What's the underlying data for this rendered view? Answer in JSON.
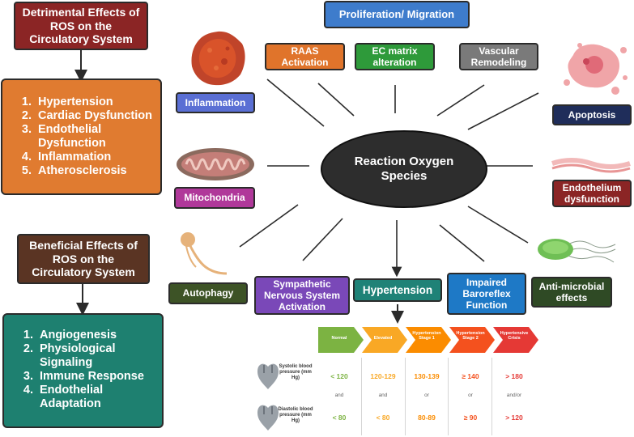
{
  "detrimental": {
    "title": "Detrimental Effects of ROS on the Circulatory System",
    "items": [
      "Hypertension",
      "Cardiac Dysfunction",
      "Endothelial Dysfunction",
      "Inflammation",
      "Atherosclerosis"
    ]
  },
  "beneficial": {
    "title": "Beneficial Effects of ROS on the Circulatory System",
    "items": [
      "Angiogenesis",
      "Physiological Signaling",
      "Immune Response",
      "Endothelial Adaptation"
    ]
  },
  "center": {
    "label": "Reaction Oxygen Species"
  },
  "nodes": {
    "proliferation": "Proliferation/ Migration",
    "raas": "RAAS Activation",
    "ec_matrix": "EC matrix alteration",
    "vascular": "Vascular Remodeling",
    "inflammation": "Inflammation",
    "apoptosis": "Apoptosis",
    "mitochondria": "Mitochondria",
    "endothelium": "Endothelium dysfunction",
    "autophagy": "Autophagy",
    "sympathetic": "Sympathetic Nervous System Activation",
    "hypertension": "Hypertension",
    "baroreflex": "Impaired Baroreflex Function",
    "antimicrobial": "Anti-microbial effects"
  },
  "bp_stages": [
    {
      "name": "Normal",
      "color": "#7cb342",
      "systolic": "< 120",
      "conj": "and",
      "diastolic": "< 80",
      "text_color": "#7cb342"
    },
    {
      "name": "Elevated",
      "color": "#f9a825",
      "systolic": "120-129",
      "conj": "and",
      "diastolic": "< 80",
      "text_color": "#f9a825"
    },
    {
      "name": "Hypertension Stage 1",
      "color": "#fb8c00",
      "systolic": "130-139",
      "conj": "or",
      "diastolic": "80-89",
      "text_color": "#fb8c00"
    },
    {
      "name": "Hypertension Stage 2",
      "color": "#f4511e",
      "systolic": "≥ 140",
      "conj": "or",
      "diastolic": "≥ 90",
      "text_color": "#f4511e"
    },
    {
      "name": "Hypertensive Crisis",
      "color": "#e53935",
      "systolic": "> 180",
      "conj": "and/or",
      "diastolic": "> 120",
      "text_color": "#e53935"
    }
  ],
  "bp_labels": {
    "systolic": "Systolic blood pressure (mm Hg)",
    "diastolic": "Diastolic blood pressure (mm Hg)"
  },
  "colors": {
    "detrimental_title": "#8b2525",
    "detrimental_list": "#e07b30",
    "beneficial_title": "#5a3423",
    "beneficial_list": "#1e8070",
    "proliferation": "#3e7ccc",
    "raas": "#e0742b",
    "ec_matrix": "#2e9a3a",
    "vascular": "#7a7a7a",
    "inflammation": "#5a6fd4",
    "apoptosis": "#1f2d5a",
    "mitochondria": "#b0389a",
    "endothelium": "#8b2525",
    "autophagy": "#3d5326",
    "sympathetic": "#7a48b8",
    "hypertension": "#1f8277",
    "baroreflex": "#1e79c6",
    "antimicrobial": "#2f4a25",
    "center": "#2d2d2d"
  }
}
